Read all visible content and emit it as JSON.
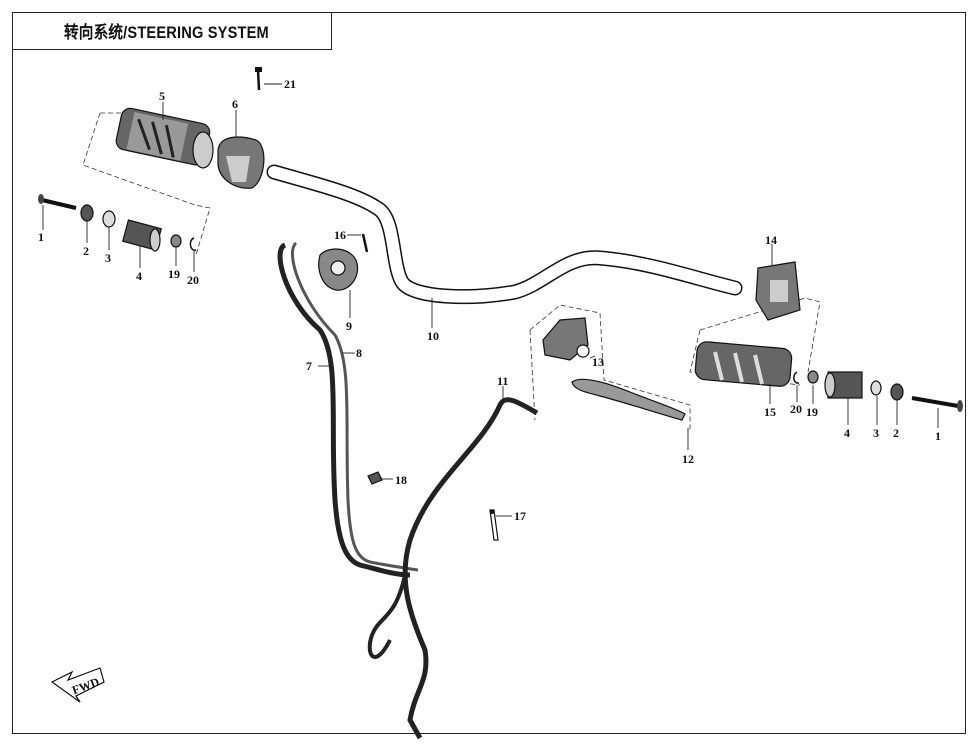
{
  "title": "转向系统/STEERING SYSTEM",
  "fwd_label": "FWD",
  "callouts": [
    "1",
    "2",
    "3",
    "4",
    "19",
    "20",
    "5",
    "6",
    "21",
    "16",
    "9",
    "10",
    "7",
    "8",
    "11",
    "13",
    "12",
    "14",
    "15",
    "20",
    "19",
    "4",
    "3",
    "2",
    "1",
    "18",
    "17"
  ]
}
